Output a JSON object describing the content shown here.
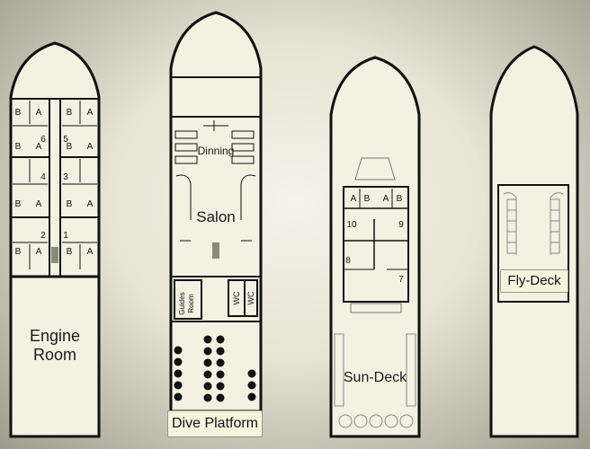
{
  "decks": [
    {
      "cabin_labels": [
        "B",
        "A",
        "B",
        "A",
        "6",
        "5",
        "B",
        "A",
        "B",
        "A",
        "4",
        "3",
        "B",
        "A",
        "B",
        "A",
        "2",
        "1",
        "B",
        "A",
        "B",
        "A"
      ],
      "engine_room": "Engine\nRoom"
    },
    {
      "dinning": "Dinning",
      "salon": "Salon",
      "guides_room": "Guides\nRoom",
      "wc1": "WC",
      "wc2": "WC",
      "dive_platform": "Dive Platform"
    },
    {
      "cabin_labels": [
        "A",
        "B",
        "A",
        "B",
        "10",
        "9",
        "8",
        "7"
      ],
      "sun_deck": "Sun-Deck"
    },
    {
      "fly_deck": "Fly-Deck"
    }
  ],
  "colors": {
    "hull_fill": "#f3f1e2",
    "line": "#111111",
    "dots": "#111111"
  }
}
